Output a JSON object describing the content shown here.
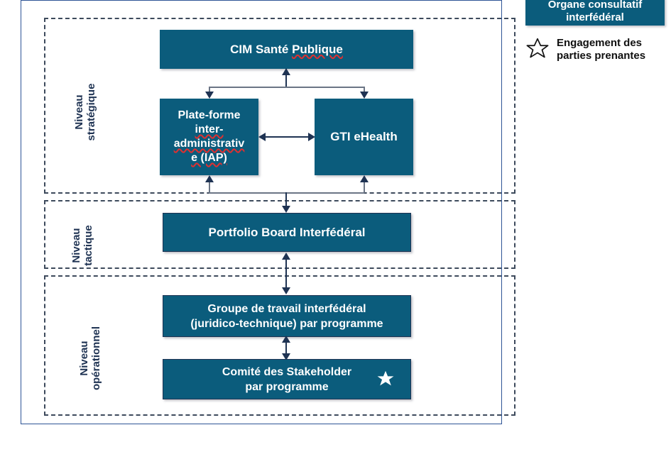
{
  "frame": {
    "label": "diagram-frame"
  },
  "levels": [
    {
      "id": "strategic",
      "label": "Niveau\nstratégique"
    },
    {
      "id": "tactical",
      "label": "Niveau\ntactique"
    },
    {
      "id": "operational",
      "label": "Niveau\nopérationnel"
    }
  ],
  "boxes": {
    "cim": {
      "label": "CIM Santé Publique",
      "plain": "CIM Santé ",
      "misspelled": "Publique"
    },
    "iap": {
      "label": "Plate-forme\ninter-\nadministrativ\ne (IAP)",
      "line1": "Plate-forme",
      "line2": "inter-",
      "line3": "administrativ",
      "line4": "e (IAP)"
    },
    "gti": {
      "label": "GTI eHealth"
    },
    "portfolio_board": {
      "label": "Portfolio Board Interfédéral"
    },
    "working_group": {
      "label": "Groupe de travail interfédéral\n(juridico-technique) par programme"
    },
    "stakeholder_committee": {
      "label": "Comité des Stakeholder\npar programme",
      "icon": "six-point-star-icon"
    }
  },
  "legend": {
    "advisory_body_label": "Organe consultatif\ninterfédéral",
    "stakeholder_label": "Engagement des\nparties prenantes",
    "star_icon": "six-point-star-outline-icon"
  },
  "colors": {
    "box_fill": "#0b5c7c",
    "frame_border": "#2e5496",
    "dashed_border": "#3d4a5c",
    "text_dark": "#1f3353",
    "connector": "#1f3353",
    "bus_line": "#6b7585",
    "spellcheck_underline": "#e03030",
    "top_strip": "#dce6f2"
  }
}
